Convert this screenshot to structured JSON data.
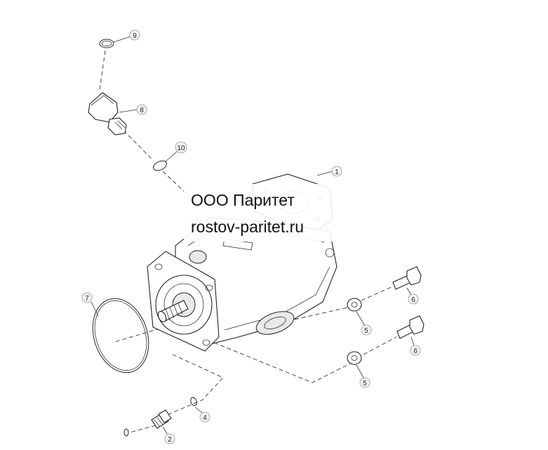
{
  "watermark": {
    "line1": "ООО Паритет",
    "line2": "rostov-paritet.ru"
  },
  "callouts": [
    {
      "id": "c1",
      "label": "1"
    },
    {
      "id": "c2",
      "label": "2"
    },
    {
      "id": "c4",
      "label": "4"
    },
    {
      "id": "c5a",
      "label": "5"
    },
    {
      "id": "c5b",
      "label": "5"
    },
    {
      "id": "c6a",
      "label": "6"
    },
    {
      "id": "c6b",
      "label": "6"
    },
    {
      "id": "c7",
      "label": "7"
    },
    {
      "id": "c8",
      "label": "8"
    },
    {
      "id": "c9",
      "label": "9"
    },
    {
      "id": "c10",
      "label": "10"
    }
  ]
}
